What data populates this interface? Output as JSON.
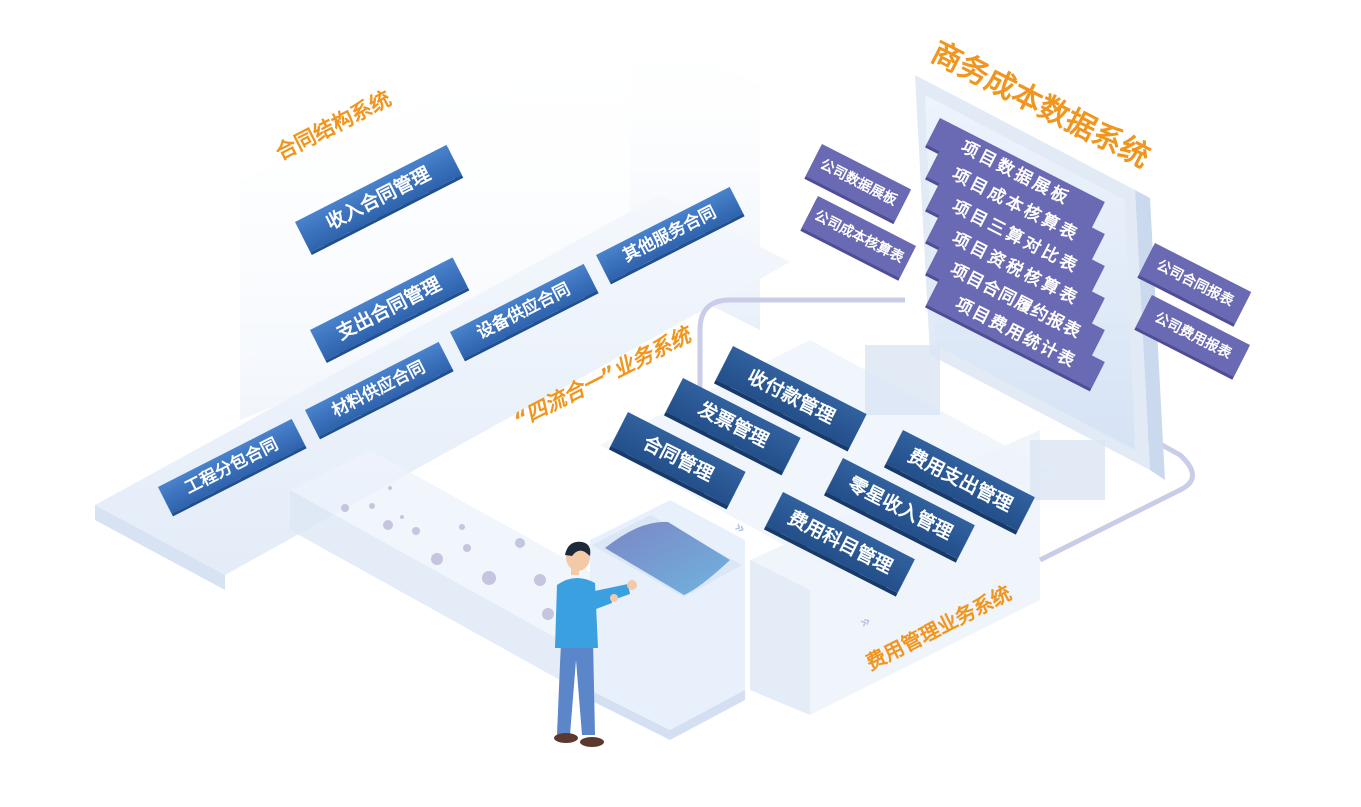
{
  "colors": {
    "orange": "#f0961e",
    "chip_blue": "#3d74bf",
    "chip_navy": "#2b5a97",
    "chip_purple": "#6a69b4",
    "platform_light": "#eaf1fb",
    "screen_bg": "#dfe9f7"
  },
  "headings": {
    "contract_structure": "合同结构系统",
    "four_flows": "“四流合一”业务系统",
    "business_cost": "商务成本数据系统",
    "expense_mgmt": "费用管理业务系统"
  },
  "contract_structure": {
    "income_mgmt": "收入合同管理",
    "expense_contract_mgmt": "支出合同管理",
    "items": [
      "工程分包合同",
      "材料供应合同",
      "设备供应合同",
      "其他服务合同"
    ]
  },
  "four_flows": {
    "items": [
      "收付款管理",
      "发票管理",
      "合同管理"
    ]
  },
  "expense_mgmt": {
    "items": [
      "费用支出管理",
      "零星收入管理",
      "费用科目管理"
    ]
  },
  "business_cost": {
    "screen_rows": [
      "项目数据展板",
      "项目成本核算表",
      "项目三算对比表",
      "项目资税核算表",
      "项目合同履约报表",
      "项目费用统计表"
    ],
    "left_tags": [
      "公司数据展板",
      "公司成本核算表"
    ],
    "right_tags": [
      "公司合同报表",
      "公司费用报表"
    ]
  },
  "icons": {
    "person": "person-icon",
    "chevrons": "chevron-right-icon"
  }
}
